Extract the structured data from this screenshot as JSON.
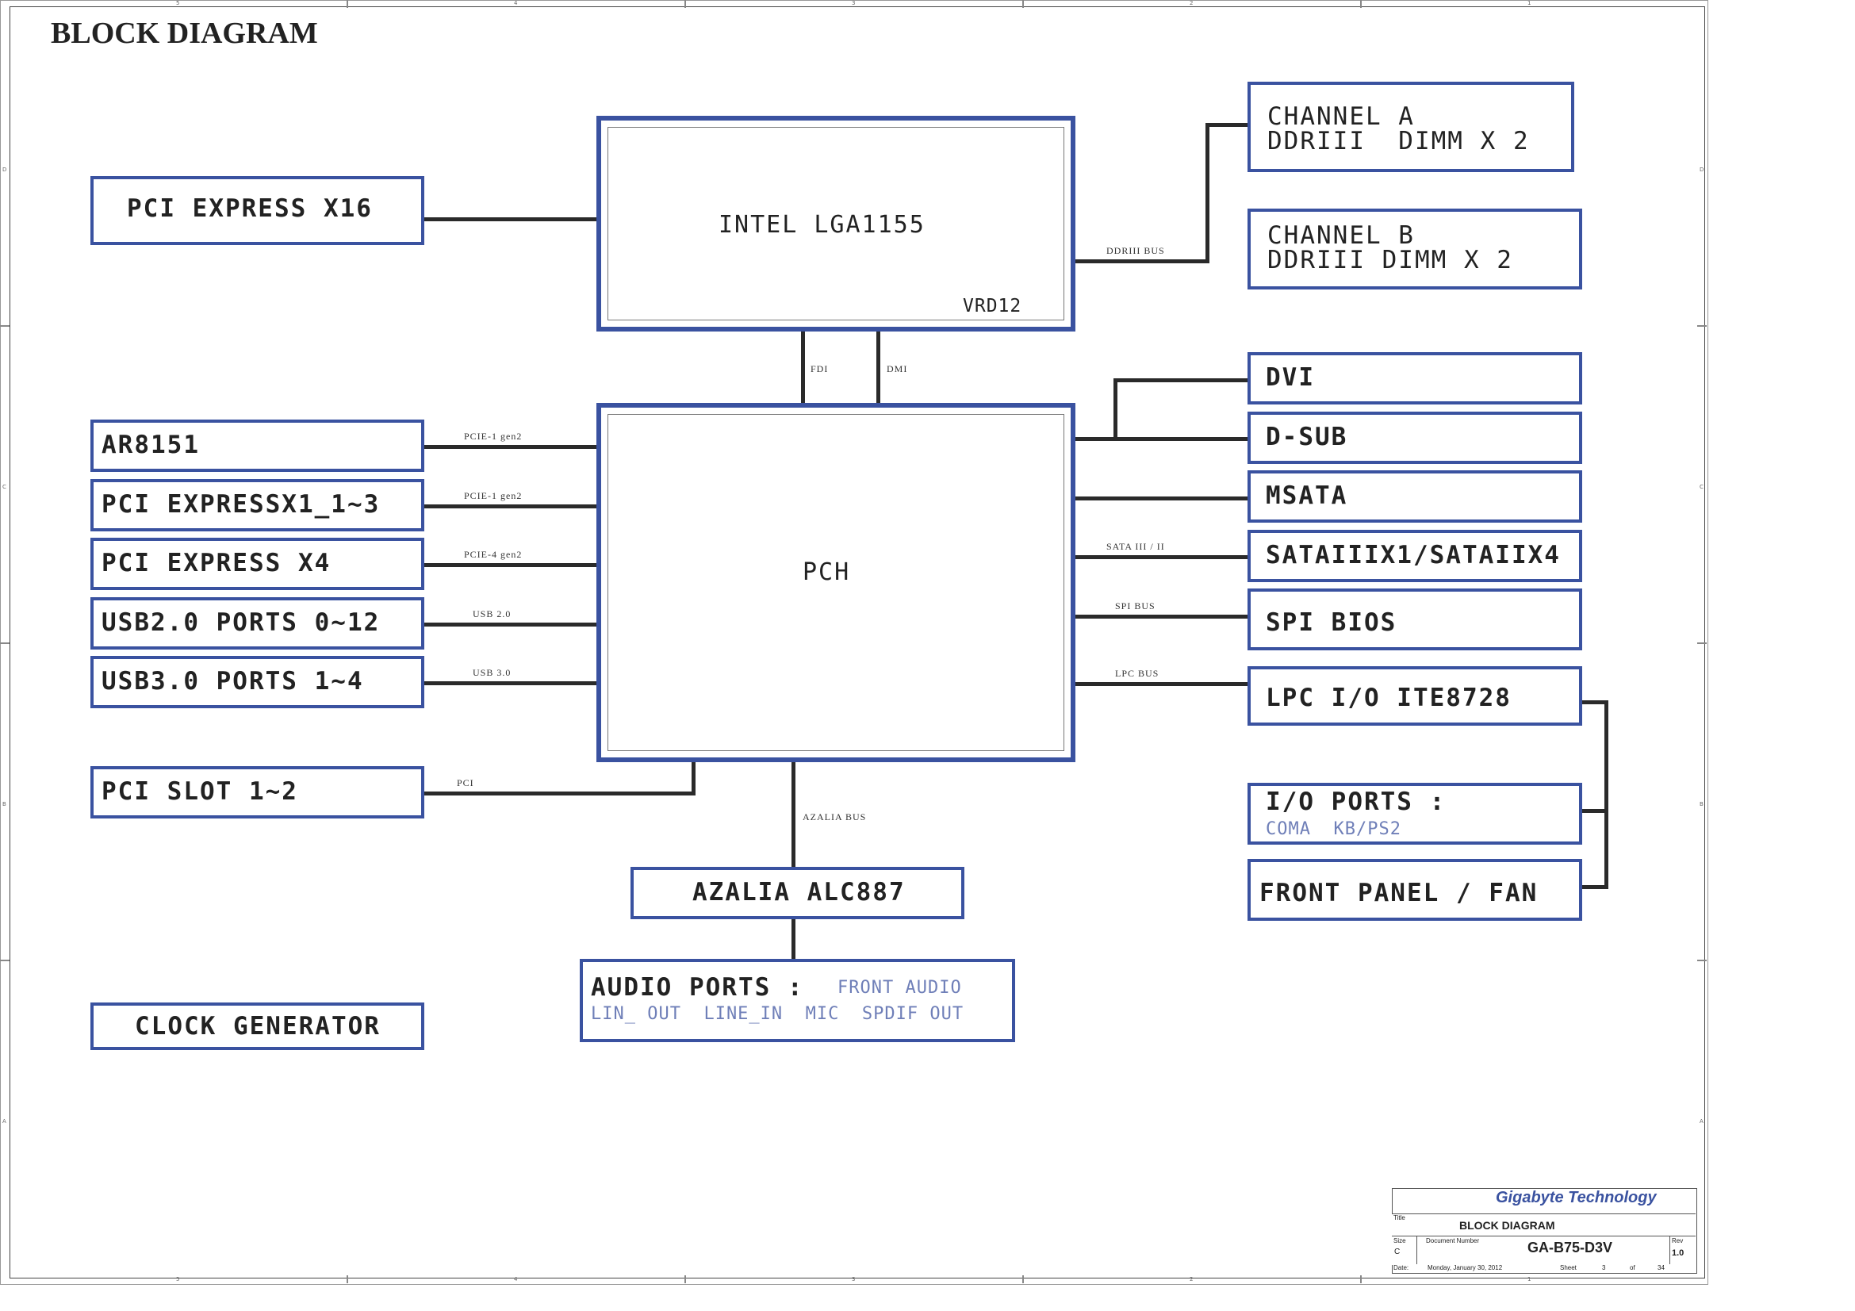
{
  "diagram": {
    "title": "BLOCK DIAGRAM",
    "cpu": {
      "name": "INTEL LGA1155",
      "vrm": "VRD12"
    },
    "pch": {
      "name": "PCH"
    },
    "links": {
      "fdi": "FDI",
      "dmi": "DMI",
      "ddr_bus": "DDRIII BUS",
      "azalia_bus": "AZALIA BUS",
      "pci": "PCI",
      "sata": "SATA III / II",
      "spi_bus": "SPI BUS",
      "lpc_bus": "LPC BUS"
    },
    "left_blocks": [
      {
        "label": "PCI EXPRESS X16"
      },
      {
        "label": "AR8151",
        "bus": "PCIE-1 gen2"
      },
      {
        "label": "PCI EXPRESSX1_1~3",
        "bus": "PCIE-1 gen2"
      },
      {
        "label": "PCI EXPRESS X4",
        "bus": "PCIE-4 gen2"
      },
      {
        "label": "USB2.0 PORTS 0~12",
        "bus": "USB 2.0"
      },
      {
        "label": "USB3.0 PORTS 1~4",
        "bus": "USB 3.0"
      },
      {
        "label": "PCI SLOT 1~2"
      },
      {
        "label": "CLOCK GENERATOR"
      }
    ],
    "memory": [
      {
        "line1": "CHANNEL A",
        "line2": "DDRIII  DIMM X 2"
      },
      {
        "line1": "CHANNEL B",
        "line2": "DDRIII DIMM X 2"
      }
    ],
    "right_blocks": [
      {
        "label": "DVI"
      },
      {
        "label": "D-SUB"
      },
      {
        "label": "MSATA"
      },
      {
        "label": "SATAIIIX1/SATAIIX4"
      },
      {
        "label": "SPI BIOS"
      },
      {
        "label": "LPC I/O ITE8728"
      }
    ],
    "io_ports": {
      "label": "I/O PORTS :",
      "sub": "COMA  KB/PS2"
    },
    "front_panel": "FRONT PANEL / FAN",
    "audio_codec": "AZALIA ALC887",
    "audio_ports": {
      "label": "AUDIO PORTS :",
      "front": "FRONT AUDIO",
      "items": "LIN_ OUT  LINE_IN  MIC  SPDIF OUT"
    }
  },
  "title_block": {
    "company": "Gigabyte Technology",
    "title_caption": "Title",
    "title": "BLOCK DIAGRAM",
    "size_caption": "Size",
    "size": "C",
    "docnum_caption": "Document Number",
    "docnum": "GA-B75-D3V",
    "rev_caption": "Rev",
    "rev": "1.0",
    "date_caption": "Date:",
    "date": "Monday, January 30, 2012",
    "sheet_caption": "Sheet",
    "sheet": "3",
    "of_caption": "of",
    "total": "34"
  },
  "frame_zones": {
    "columns": [
      "5",
      "4",
      "3",
      "2",
      "1"
    ],
    "rows": [
      "D",
      "C",
      "B",
      "A"
    ]
  }
}
